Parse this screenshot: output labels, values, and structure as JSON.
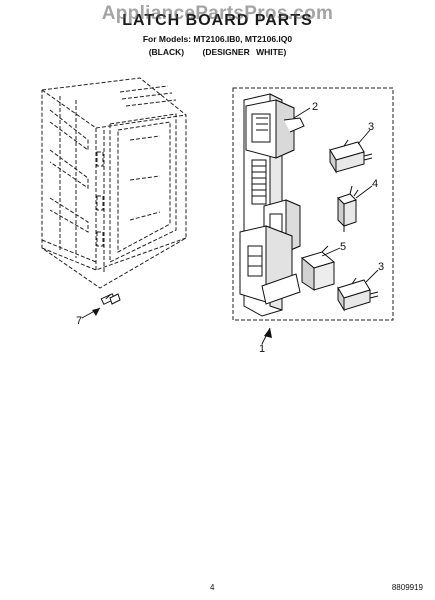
{
  "watermark": "AppliancePartsPros.com",
  "title": "LATCH BOARD PARTS",
  "models": "For Models: MT2106.IB0, MT2106.IQ0",
  "finishes": [
    "(BLACK)",
    "(DESIGNER WHITE)"
  ],
  "callouts": [
    "1",
    "2",
    "3",
    "4",
    "5",
    "3",
    "7"
  ],
  "footer": {
    "page_number": "4",
    "part_code": "8809919"
  }
}
